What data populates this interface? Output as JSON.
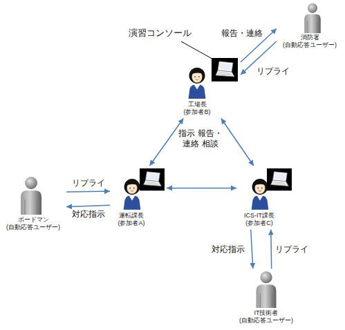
{
  "diagram": {
    "nodes": [
      {
        "text": [
          "消防署 (自動応答ユーザー)"
        ]
      },
      {
        "text": [
          "工場長 (参加者B)"
        ]
      },
      {
        "text": [
          "ボードマン (自動応答ユーザー)"
        ]
      },
      {
        "text": [
          "運転課長 (参加者A)"
        ]
      },
      {
        "text": [
          "ICS-IT課長 (参加者C)"
        ]
      },
      {
        "text": [
          "IT技術者 (自動応答ユーザー)"
        ]
      }
    ],
    "edges": [
      {
        "from": 1,
        "to": 0,
        "arrow": "to",
        "label": "報告・連絡"
      },
      {
        "from": 0,
        "to": 1,
        "arrow": "to",
        "label": "リプライ"
      },
      {
        "from": 1,
        "to": 3,
        "arrow": "both"
      },
      {
        "from": 1,
        "to": 4,
        "arrow": "both"
      },
      {
        "from": 3,
        "to": 4,
        "arrow": "both"
      },
      {
        "from": 2,
        "to": 3,
        "arrow": "to",
        "label": "リプライ"
      },
      {
        "from": 3,
        "to": 2,
        "arrow": "to",
        "label": "対応指示"
      },
      {
        "from": 4,
        "to": 5,
        "arrow": "to",
        "label": "対応指示"
      },
      {
        "from": 5,
        "to": 4,
        "arrow": "to",
        "label": "リプライ"
      }
    ],
    "labels": [
      "演習コンソール",
      "指示 報告・連絡 相談"
    ]
  }
}
